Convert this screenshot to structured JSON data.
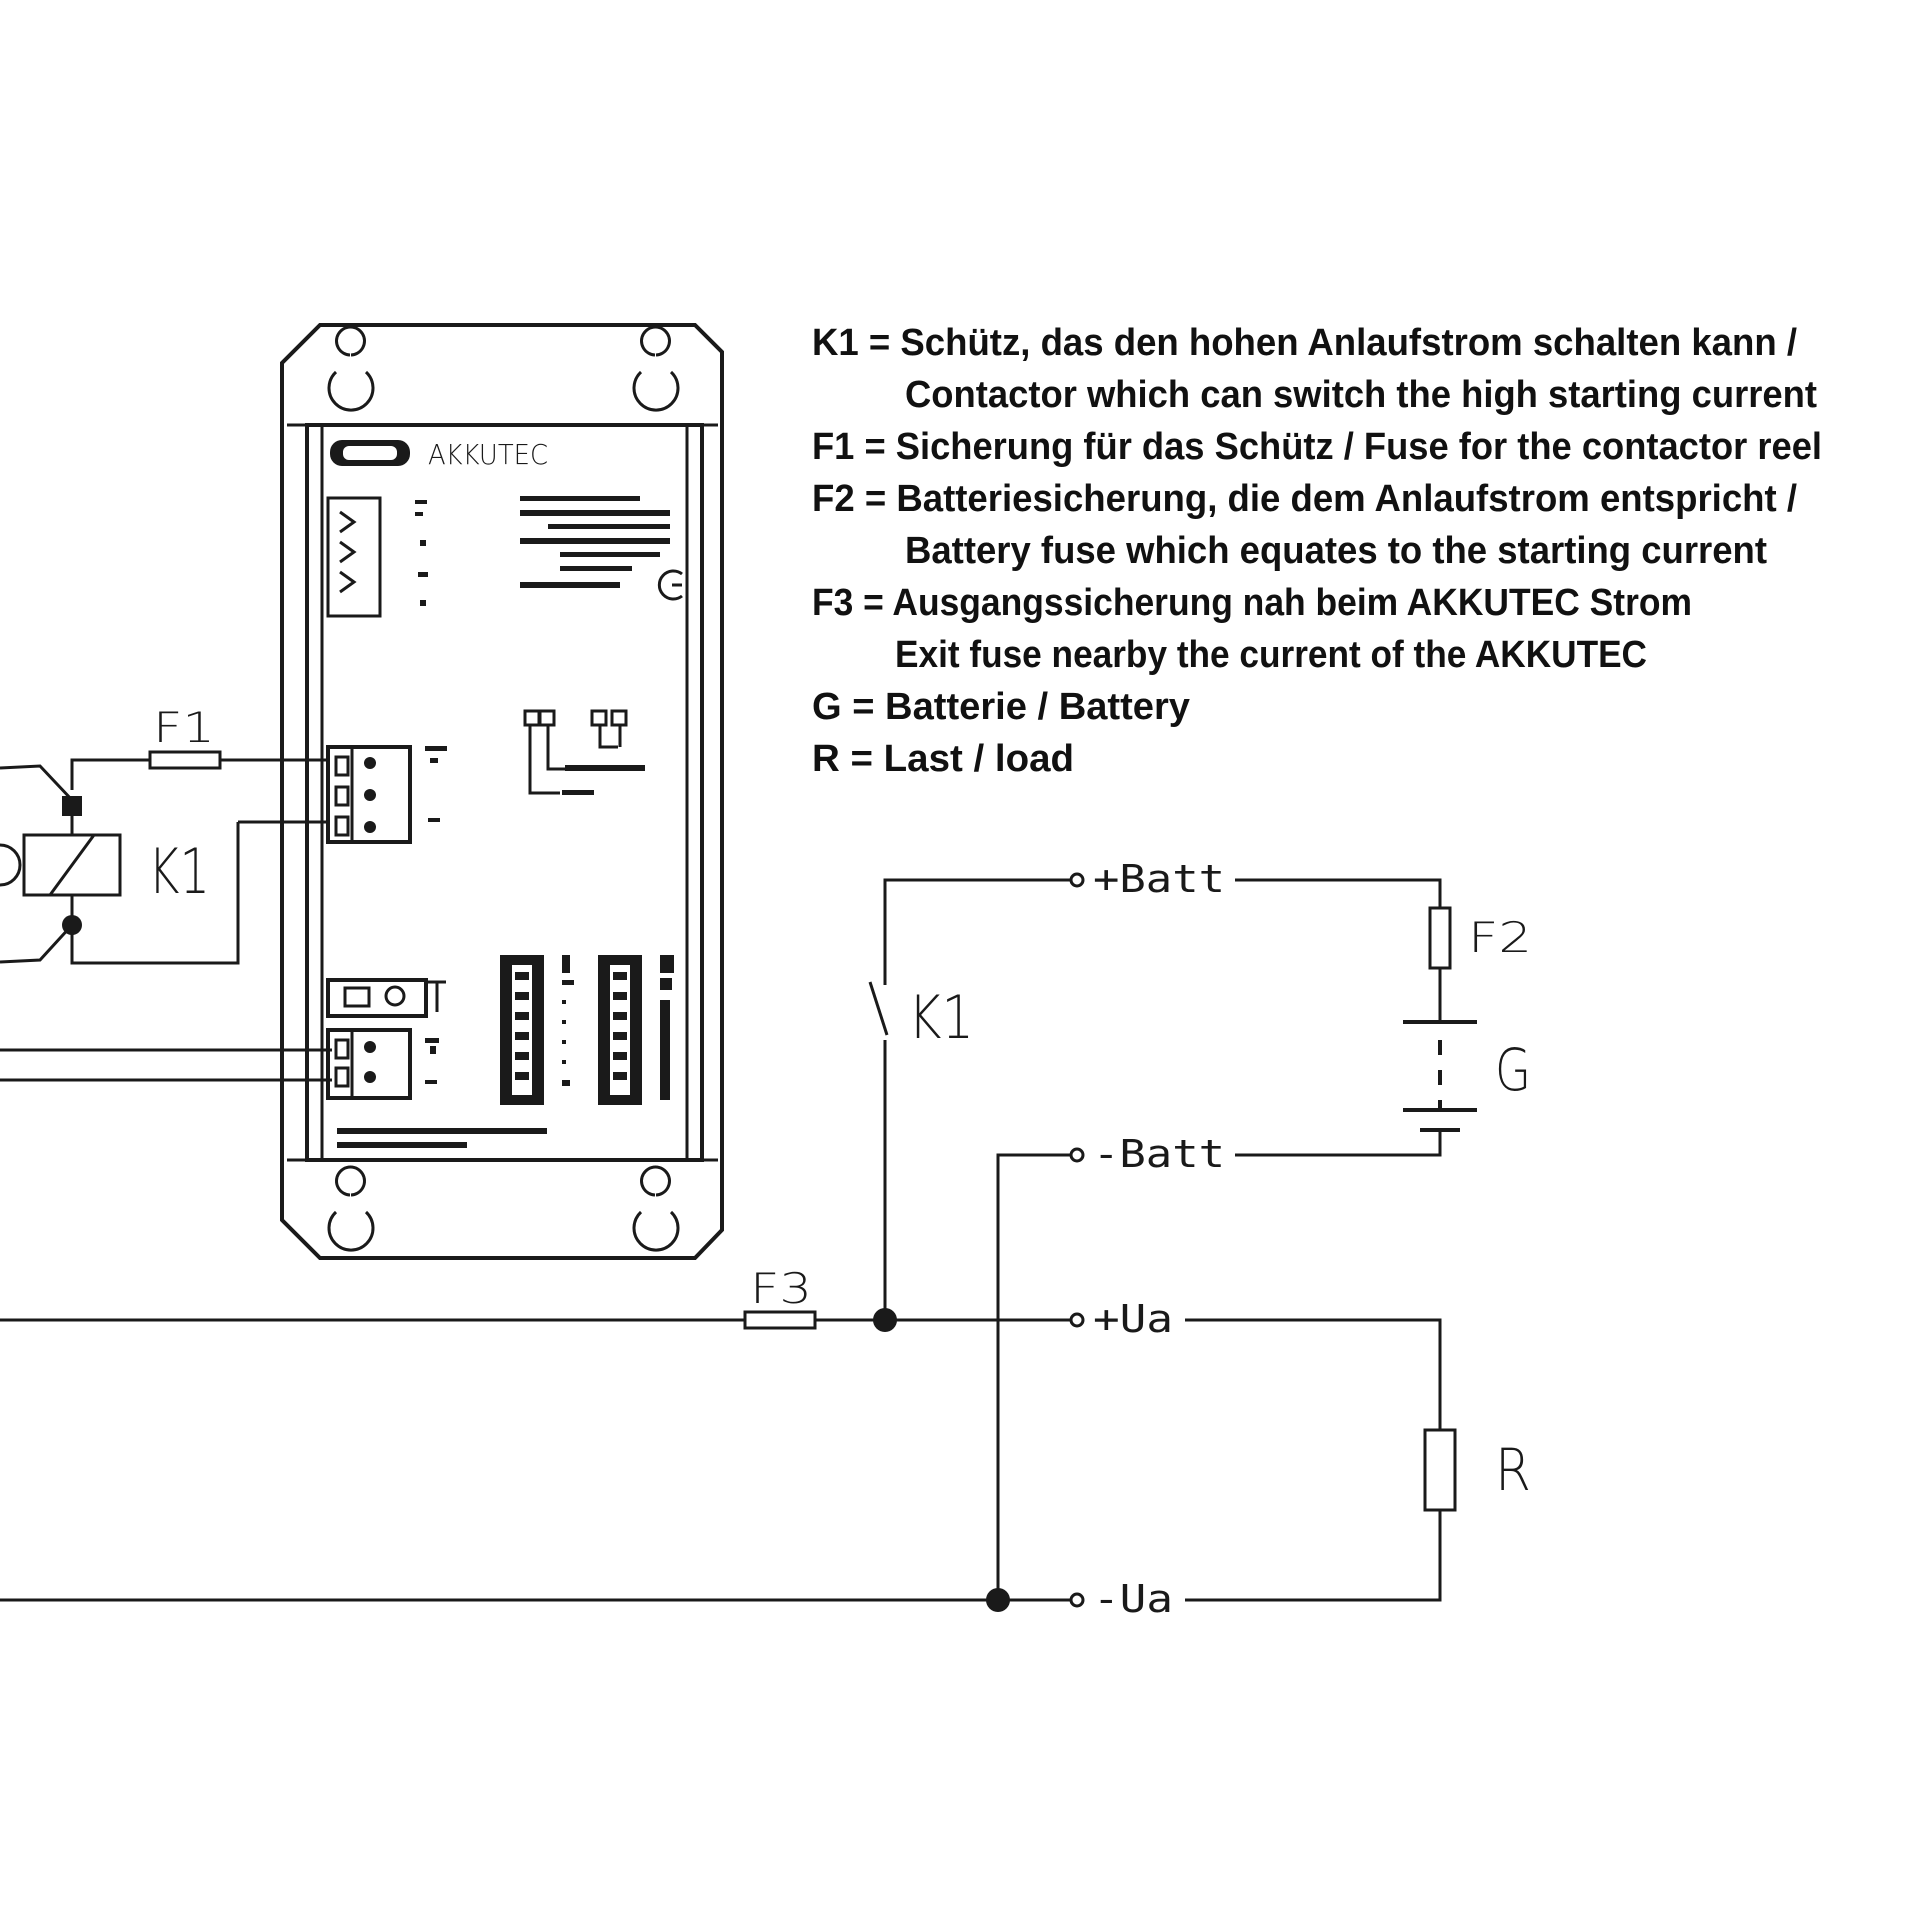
{
  "legend": [
    {
      "key": "K1",
      "text": "K1 = Schütz, das den hohen Anlaufstrom schalten kann /"
    },
    {
      "key": "K1-en",
      "text": "Contactor which can switch the high starting current"
    },
    {
      "key": "F1",
      "text": "F1 = Sicherung für das Schütz / Fuse for the contactor reel"
    },
    {
      "key": "F2",
      "text": "F2 = Batteriesicherung, die dem Anlaufstrom entspricht /"
    },
    {
      "key": "F2-en",
      "text": "Battery fuse which equates to the starting current"
    },
    {
      "key": "F3",
      "text": "F3 = Ausgangssicherung nah beim AKKUTEC Strom"
    },
    {
      "key": "F3-en",
      "text": "Exit fuse nearby the current of the AKKUTEC"
    },
    {
      "key": "G",
      "text": "G  = Batterie / Battery"
    },
    {
      "key": "R",
      "text": "R  = Last / load"
    }
  ],
  "device": {
    "brand": "AKKUTEC"
  },
  "labels": {
    "f1": "F1",
    "f2": "F2",
    "f3": "F3",
    "k1_coil": "K1",
    "k1_switch": "K1",
    "g": "G",
    "r": "R",
    "batt_plus": "+Batt",
    "batt_minus": "-Batt",
    "ua_plus": "+Ua",
    "ua_minus": "-Ua"
  },
  "colors": {
    "ink": "#1a1a1a",
    "background": "#ffffff"
  }
}
